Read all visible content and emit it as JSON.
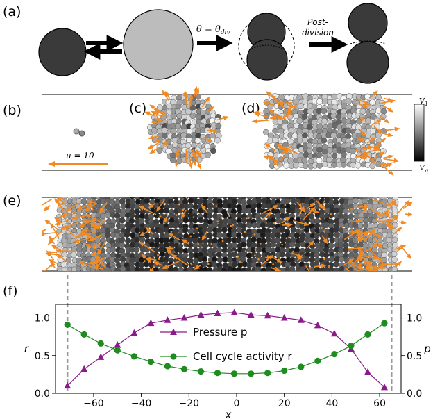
{
  "panels": {
    "a": "(a)",
    "b": "(b)",
    "c": "(c)",
    "d": "(d)",
    "e": "(e)",
    "f": "(f)"
  },
  "schematic": {
    "theta_label": "θ = θ",
    "theta_sub": "div",
    "post_label_1": "Post-",
    "post_label_2": "division"
  },
  "velocity_label": "u = 10",
  "colorbar": {
    "top": "V",
    "top_sub": "1",
    "bottom": "V",
    "bottom_sub": "q"
  },
  "colors": {
    "dark_cell": "#3a3a3a",
    "light_cell": "#b9b9b9",
    "arrow_orange": "#f08a24",
    "pressure": "#8b1a8b",
    "activity": "#1e8c1e"
  },
  "chart_data": {
    "type": "line",
    "xlabel": "x",
    "ylabel_left": "r",
    "ylabel_right": "p",
    "xlim": [
      -76,
      69
    ],
    "ylim": [
      0,
      1.18
    ],
    "xticks": [
      -60,
      -40,
      -20,
      0,
      20,
      40,
      60
    ],
    "yticks_left": [
      "0.0",
      "0.5",
      "1.0"
    ],
    "yticks_right": [
      "0.0",
      "0.5",
      "1.0"
    ],
    "boundaries": [
      -71,
      65
    ],
    "series": [
      {
        "name": "Pressure p",
        "marker": "triangle",
        "x": [
          -71,
          -64,
          -57,
          -50,
          -43,
          -36,
          -29,
          -22,
          -15,
          -8,
          -1,
          6,
          13,
          20,
          27,
          34,
          41,
          48,
          55,
          62
        ],
        "values": [
          0.1,
          0.32,
          0.48,
          0.64,
          0.8,
          0.93,
          0.97,
          1.0,
          1.04,
          1.06,
          1.07,
          1.04,
          1.03,
          1.0,
          0.97,
          0.9,
          0.79,
          0.59,
          0.28,
          0.08
        ]
      },
      {
        "name": "Cell cycle activity r",
        "marker": "circle",
        "x": [
          -71,
          -64,
          -57,
          -50,
          -43,
          -36,
          -29,
          -22,
          -15,
          -8,
          -1,
          6,
          13,
          20,
          27,
          34,
          41,
          48,
          55,
          62
        ],
        "values": [
          0.91,
          0.78,
          0.66,
          0.57,
          0.49,
          0.42,
          0.36,
          0.32,
          0.29,
          0.27,
          0.26,
          0.26,
          0.27,
          0.3,
          0.35,
          0.43,
          0.52,
          0.63,
          0.78,
          0.93
        ]
      }
    ]
  }
}
